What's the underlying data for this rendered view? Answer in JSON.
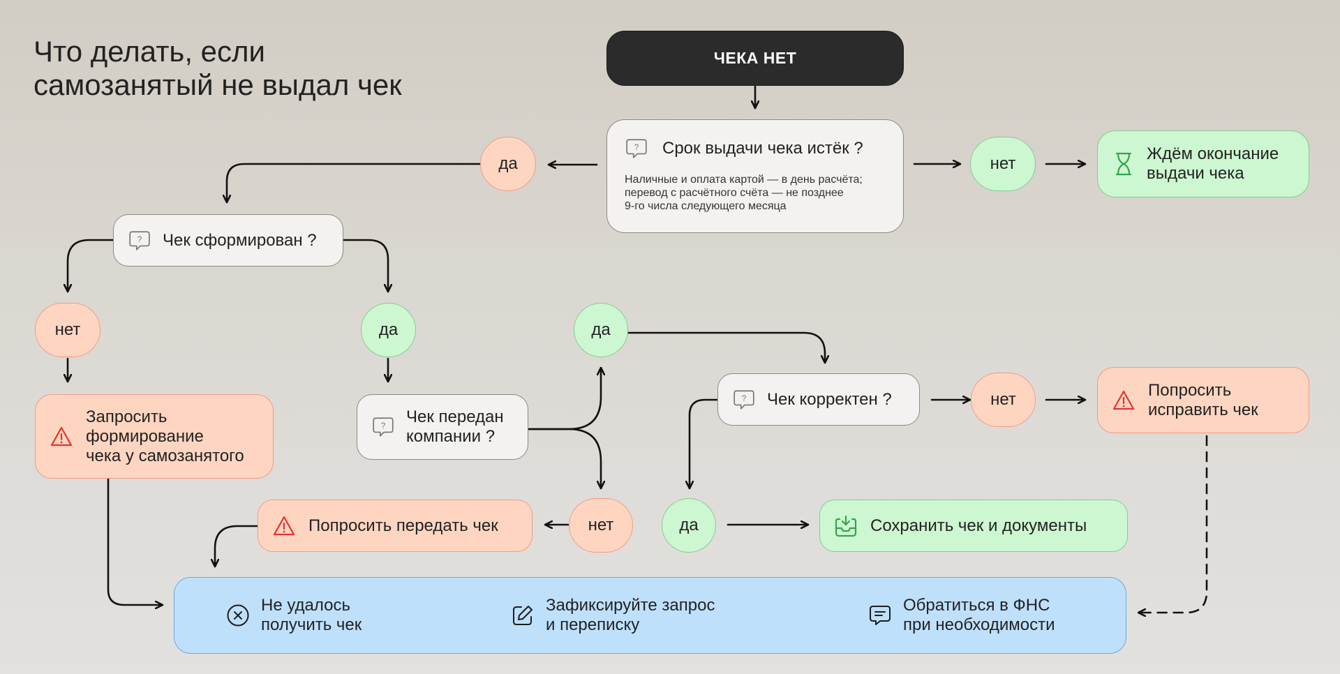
{
  "title": "Что делать, если\nсамозанятый не выдал чек",
  "nodes": {
    "start": "ЧЕКА НЕТ",
    "q_deadline": "Срок выдачи чека истёк ?",
    "q_deadline_note": "Наличные и оплата картой — в день расчёта;\nперевод с расчётного счёта — не позднее\n9-го числа следующего месяца",
    "deadline_yes": "да",
    "deadline_no": "нет",
    "wait": "Ждём окончание\nвыдачи чека",
    "q_formed": "Чек сформирован ?",
    "formed_no": "нет",
    "formed_yes": "да",
    "request_form": "Запросить\nформирование\nчека у самозанятого",
    "q_sent": "Чек передан\nкомпании ?",
    "sent_yes": "да",
    "sent_no": "нет",
    "ask_send": "Попросить передать чек",
    "q_correct": "Чек корректен ?",
    "correct_no": "нет",
    "ask_fix": "Попросить\nисправить чек",
    "correct_yes": "да",
    "save": "Сохранить чек и документы",
    "fail": "Не удалось\nполучить чек",
    "record": "Зафиксируйте запрос\nи переписку",
    "fns": "Обратиться в ФНС\nпри необходимости"
  },
  "colors": {
    "start": "#2b2b2b",
    "question": "#f3f2f0",
    "red": "#fed5c0",
    "green": "#ccf7d0",
    "blue": "#bfe0fb",
    "warning_icon": "#e2342e",
    "success_icon": "#36a34e"
  },
  "icons": {
    "question": "question-bubble-icon",
    "wait": "hourglass-icon",
    "warning": "warning-triangle-icon",
    "save": "inbox-download-icon",
    "fail": "x-circle-icon",
    "record": "edit-pencil-icon",
    "fns": "message-icon"
  }
}
